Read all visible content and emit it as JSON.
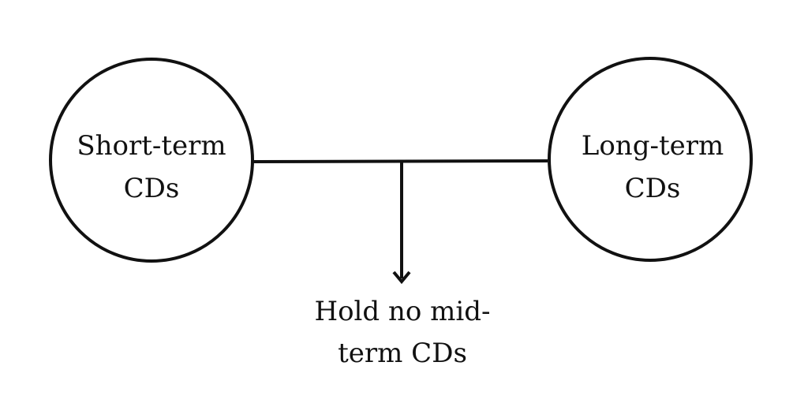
{
  "diagram": {
    "left_node": {
      "line1": "Short-term",
      "line2": "CDs"
    },
    "right_node": {
      "line1": "Long-term",
      "line2": "CDs"
    },
    "outcome": {
      "line1": "Hold no mid-",
      "line2": "term CDs"
    }
  },
  "colors": {
    "stroke": "#111111",
    "background": "#ffffff"
  }
}
